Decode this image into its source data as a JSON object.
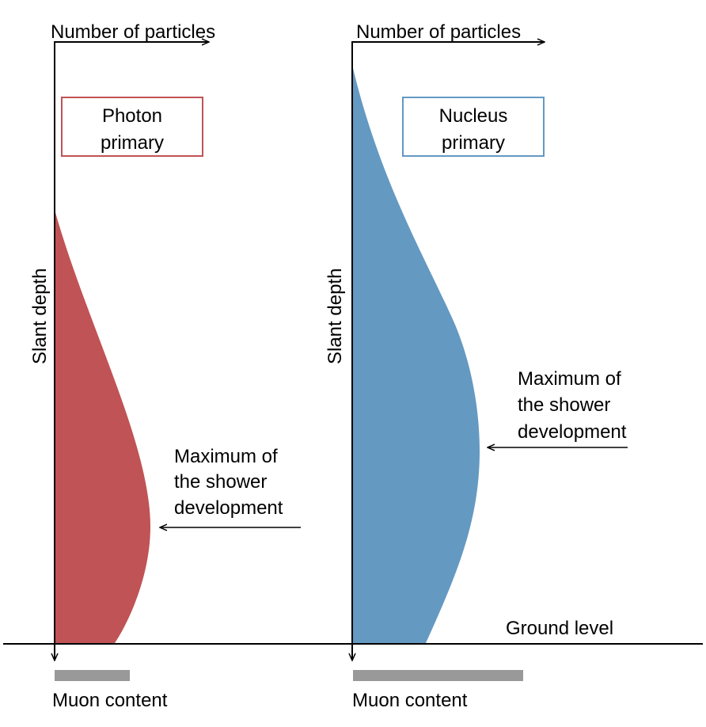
{
  "colors": {
    "photon": "#c05355",
    "nucleus": "#6499c2",
    "muon_bar": "#999999",
    "axis": "#000000"
  },
  "panels": [
    {
      "id": "photon",
      "x_axis_label": "Number of particles",
      "y_axis_label": "Slant depth",
      "primary_label_line1": "Photon",
      "primary_label_line2": "primary",
      "max_label_line1": "Maximum of",
      "max_label_line2": "the  shower",
      "max_label_line3": "development",
      "muon_label": "Muon content",
      "muon_content_relative": 0.44
    },
    {
      "id": "nucleus",
      "x_axis_label": "Number of particles",
      "y_axis_label": "Slant depth",
      "primary_label_line1": "Nucleus",
      "primary_label_line2": "primary",
      "max_label_line1": "Maximum of",
      "max_label_line2": "the  shower",
      "max_label_line3": "development",
      "muon_label": "Muon content",
      "muon_content_relative": 1.0
    }
  ],
  "ground_label": "Ground level"
}
